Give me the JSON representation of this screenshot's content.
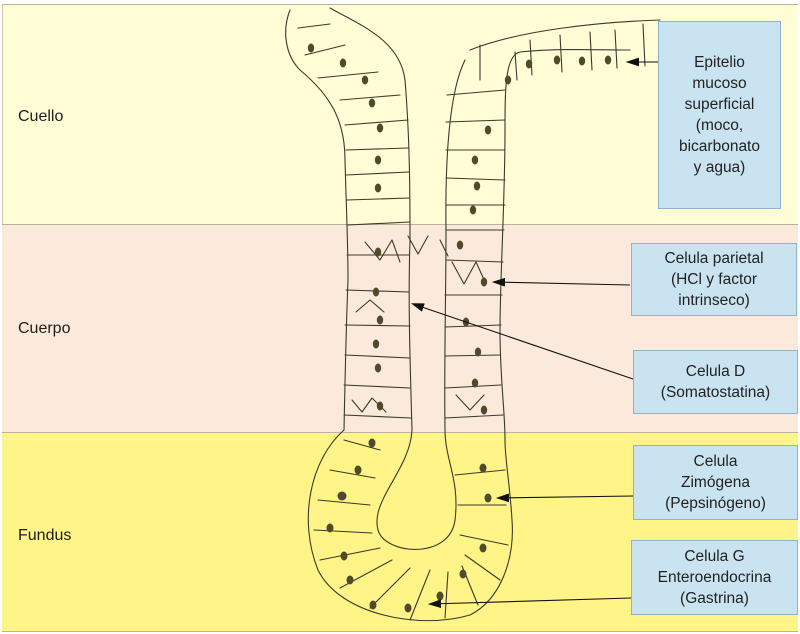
{
  "regions": {
    "cuello": "Cuello",
    "cuerpo": "Cuerpo",
    "fundus": "Fundus"
  },
  "callouts": {
    "epitelio": "Epitelio\nmucoso\nsuperficial\n(moco,\nbicarbonato\ny agua)",
    "parietal": "Celula parietal\n(HCl y factor\nintrinseco)",
    "celula_d": "Celula D\n(Somatostatina)",
    "zimogena": "Celula\nZimógena\n(Pepsinógeno)",
    "celula_g": "Celula G\nEnteroendocrina\n(Gastrina)"
  },
  "colors": {
    "cuello_band": "#fefdd6",
    "cuerpo_band": "#fbeadb",
    "fundus_band": "#fef487",
    "callout_box": "#c9e4f0"
  }
}
